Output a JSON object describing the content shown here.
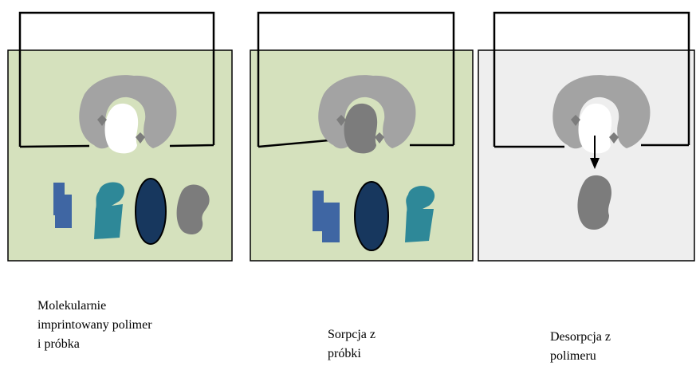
{
  "colors": {
    "panel_green": "#d5e1bd",
    "panel_gray": "#eeeeee",
    "polymer_gray": "#a3a3a3",
    "cavity_white": "#ffffff",
    "template_gray": "#7c7c7c",
    "rect_blue": "#3f66a3",
    "teal_shape": "#2e8898",
    "ellipse_navy": "#17375e"
  },
  "panels": [
    {
      "caption_lines": [
        "Molekularnie",
        "imprintowany polimer",
        "i próbka"
      ],
      "background": "panel_green",
      "cavity_state": "empty"
    },
    {
      "caption_lines": [
        "Sorpcja z",
        "próbki"
      ],
      "background": "panel_green",
      "cavity_state": "filled"
    },
    {
      "caption_lines": [
        "Desorpcja z",
        "polimeru"
      ],
      "background": "panel_gray",
      "cavity_state": "released"
    }
  ]
}
